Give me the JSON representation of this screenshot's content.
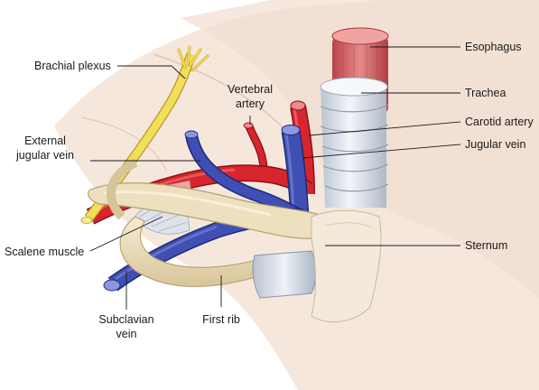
{
  "labels": {
    "esophagus": "Esophagus",
    "trachea": "Trachea",
    "carotid_artery": "Carotid artery",
    "jugular_vein": "Jugular vein",
    "sternum": "Sternum",
    "brachial_plexus": "Brachial plexus",
    "vertebral_artery_1": "Vertebral",
    "vertebral_artery_2": "artery",
    "external_jugular_1": "External",
    "external_jugular_2": "jugular vein",
    "scalene_muscle": "Scalene muscle",
    "subclavian_vein_1": "Subclavian",
    "subclavian_vein_2": "vein",
    "first_rib": "First rib"
  },
  "colors": {
    "skin": "#f6e7dd",
    "skin_shadow": "#ead2c4",
    "bone": "#ede0bf",
    "bone_shade": "#c9b489",
    "artery": "#d8252d",
    "artery_dark": "#8c1016",
    "vein": "#3f4fb3",
    "vein_dark": "#1e2a78",
    "nerve": "#f3de5c",
    "trachea_ring": "#dfe6ee",
    "esophagus": "#d9666a"
  }
}
